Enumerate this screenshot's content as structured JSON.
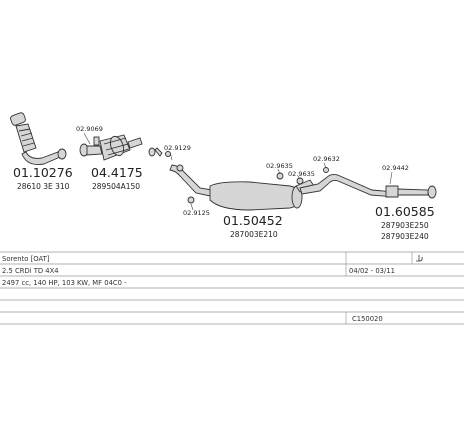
{
  "parts": [
    {
      "number": "01.10276",
      "code": "28610 3E 310"
    },
    {
      "number": "04.4175",
      "code": "289504A150"
    },
    {
      "number": "01.50452",
      "code": "287003E210"
    },
    {
      "number": "01.60585",
      "codes": [
        "287903E250",
        "287903E240"
      ]
    }
  ],
  "hardware": {
    "front": "02.9069",
    "mid_upper": "02.9129",
    "mid_lower": "02.9125",
    "rear_a": "02.9635",
    "rear_b": "02.9635",
    "rear_c": "02.9632",
    "tail": "02.9442"
  },
  "vehicle": {
    "model": "Sorento [OAT]",
    "engine": "2.5 CRDi TD 4X4",
    "date_range": "04/02 - 03/11",
    "specs": "2497 cc, 140 HP, 103 KW, MF 04C0 -",
    "catalog_code": "C150020"
  },
  "colors": {
    "line": "#555555",
    "part_fill": "#d6d6d6",
    "part_stroke": "#333333",
    "grid": "#9a9a9a"
  }
}
